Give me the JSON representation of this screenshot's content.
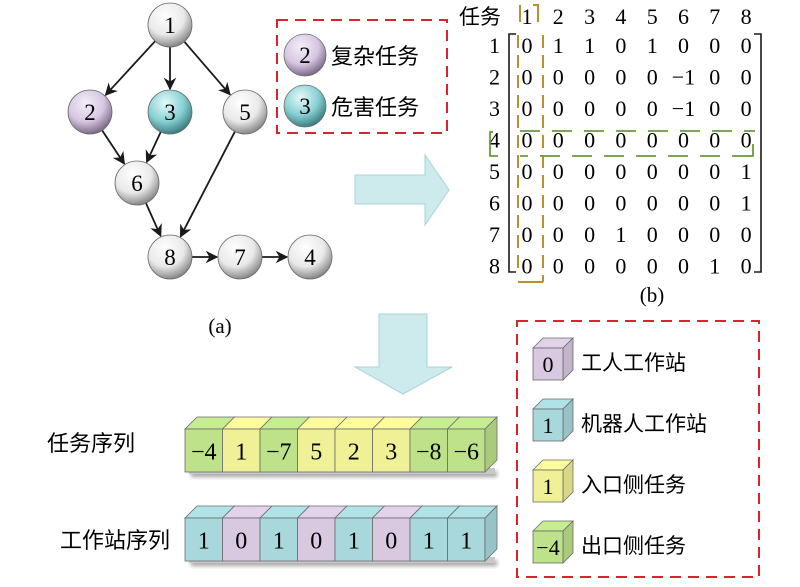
{
  "graph": {
    "caption": "(a)",
    "nodes": [
      {
        "id": "1",
        "type": "normal"
      },
      {
        "id": "2",
        "type": "complex"
      },
      {
        "id": "3",
        "type": "hazard"
      },
      {
        "id": "5",
        "type": "normal"
      },
      {
        "id": "6",
        "type": "normal"
      },
      {
        "id": "8",
        "type": "normal"
      },
      {
        "id": "7",
        "type": "normal"
      },
      {
        "id": "4",
        "type": "normal"
      }
    ],
    "edges": [
      [
        "1",
        "2"
      ],
      [
        "1",
        "3"
      ],
      [
        "1",
        "5"
      ],
      [
        "2",
        "6"
      ],
      [
        "3",
        "6"
      ],
      [
        "6",
        "8"
      ],
      [
        "5",
        "8"
      ],
      [
        "8",
        "7"
      ],
      [
        "7",
        "4"
      ]
    ]
  },
  "node_legend": [
    {
      "node": "2",
      "type": "complex",
      "label": "复杂任务"
    },
    {
      "node": "3",
      "type": "hazard",
      "label": "危害任务"
    }
  ],
  "matrix": {
    "caption": "(b)",
    "corner_label": "任务",
    "col_labels": [
      "1",
      "2",
      "3",
      "4",
      "5",
      "6",
      "7",
      "8"
    ],
    "row_labels": [
      "1",
      "2",
      "3",
      "4",
      "5",
      "6",
      "7",
      "8"
    ],
    "values": [
      [
        "0",
        "1",
        "1",
        "0",
        "1",
        "0",
        "0",
        "0"
      ],
      [
        "0",
        "0",
        "0",
        "0",
        "0",
        "−1",
        "0",
        "0"
      ],
      [
        "0",
        "0",
        "0",
        "0",
        "0",
        "−1",
        "0",
        "0"
      ],
      [
        "0",
        "0",
        "0",
        "0",
        "0",
        "0",
        "0",
        "0"
      ],
      [
        "0",
        "0",
        "0",
        "0",
        "0",
        "0",
        "0",
        "1"
      ],
      [
        "0",
        "0",
        "0",
        "0",
        "0",
        "0",
        "0",
        "1"
      ],
      [
        "0",
        "0",
        "0",
        "1",
        "0",
        "0",
        "0",
        "0"
      ],
      [
        "0",
        "0",
        "0",
        "0",
        "0",
        "0",
        "1",
        "0"
      ]
    ],
    "highlight_column": "1",
    "highlight_row": "4"
  },
  "task_sequence": {
    "label": "任务序列",
    "cells": [
      {
        "value": "−4",
        "side": "exit"
      },
      {
        "value": "1",
        "side": "entry"
      },
      {
        "value": "−7",
        "side": "exit"
      },
      {
        "value": "5",
        "side": "entry"
      },
      {
        "value": "2",
        "side": "entry"
      },
      {
        "value": "3",
        "side": "entry"
      },
      {
        "value": "−8",
        "side": "exit"
      },
      {
        "value": "−6",
        "side": "exit"
      }
    ]
  },
  "station_sequence": {
    "label": "工作站序列",
    "cells": [
      {
        "value": "1",
        "kind": "robot"
      },
      {
        "value": "0",
        "kind": "worker"
      },
      {
        "value": "1",
        "kind": "robot"
      },
      {
        "value": "0",
        "kind": "worker"
      },
      {
        "value": "1",
        "kind": "robot"
      },
      {
        "value": "0",
        "kind": "worker"
      },
      {
        "value": "1",
        "kind": "robot"
      },
      {
        "value": "1",
        "kind": "robot"
      }
    ]
  },
  "cube_legend": [
    {
      "value": "0",
      "kind": "worker",
      "label": "工人工作站"
    },
    {
      "value": "1",
      "kind": "robot",
      "label": "机器人工作站"
    },
    {
      "value": "1",
      "kind": "entry",
      "label": "入口侧任务"
    },
    {
      "value": "−4",
      "kind": "exit",
      "label": "出口侧任务"
    }
  ],
  "colors": {
    "normal_node": "#f2f2f2",
    "complex_node": "#ddd0e6",
    "hazard_node": "#8fd3d6",
    "worker": "#d8c8e0",
    "robot": "#a8d8dc",
    "entry": "#f0f096",
    "exit": "#bde28a",
    "arrow_fill": "#cdeaec",
    "legend_border": "#d9232e",
    "col_highlight": "#b8902c",
    "row_highlight": "#6a9a3a"
  }
}
